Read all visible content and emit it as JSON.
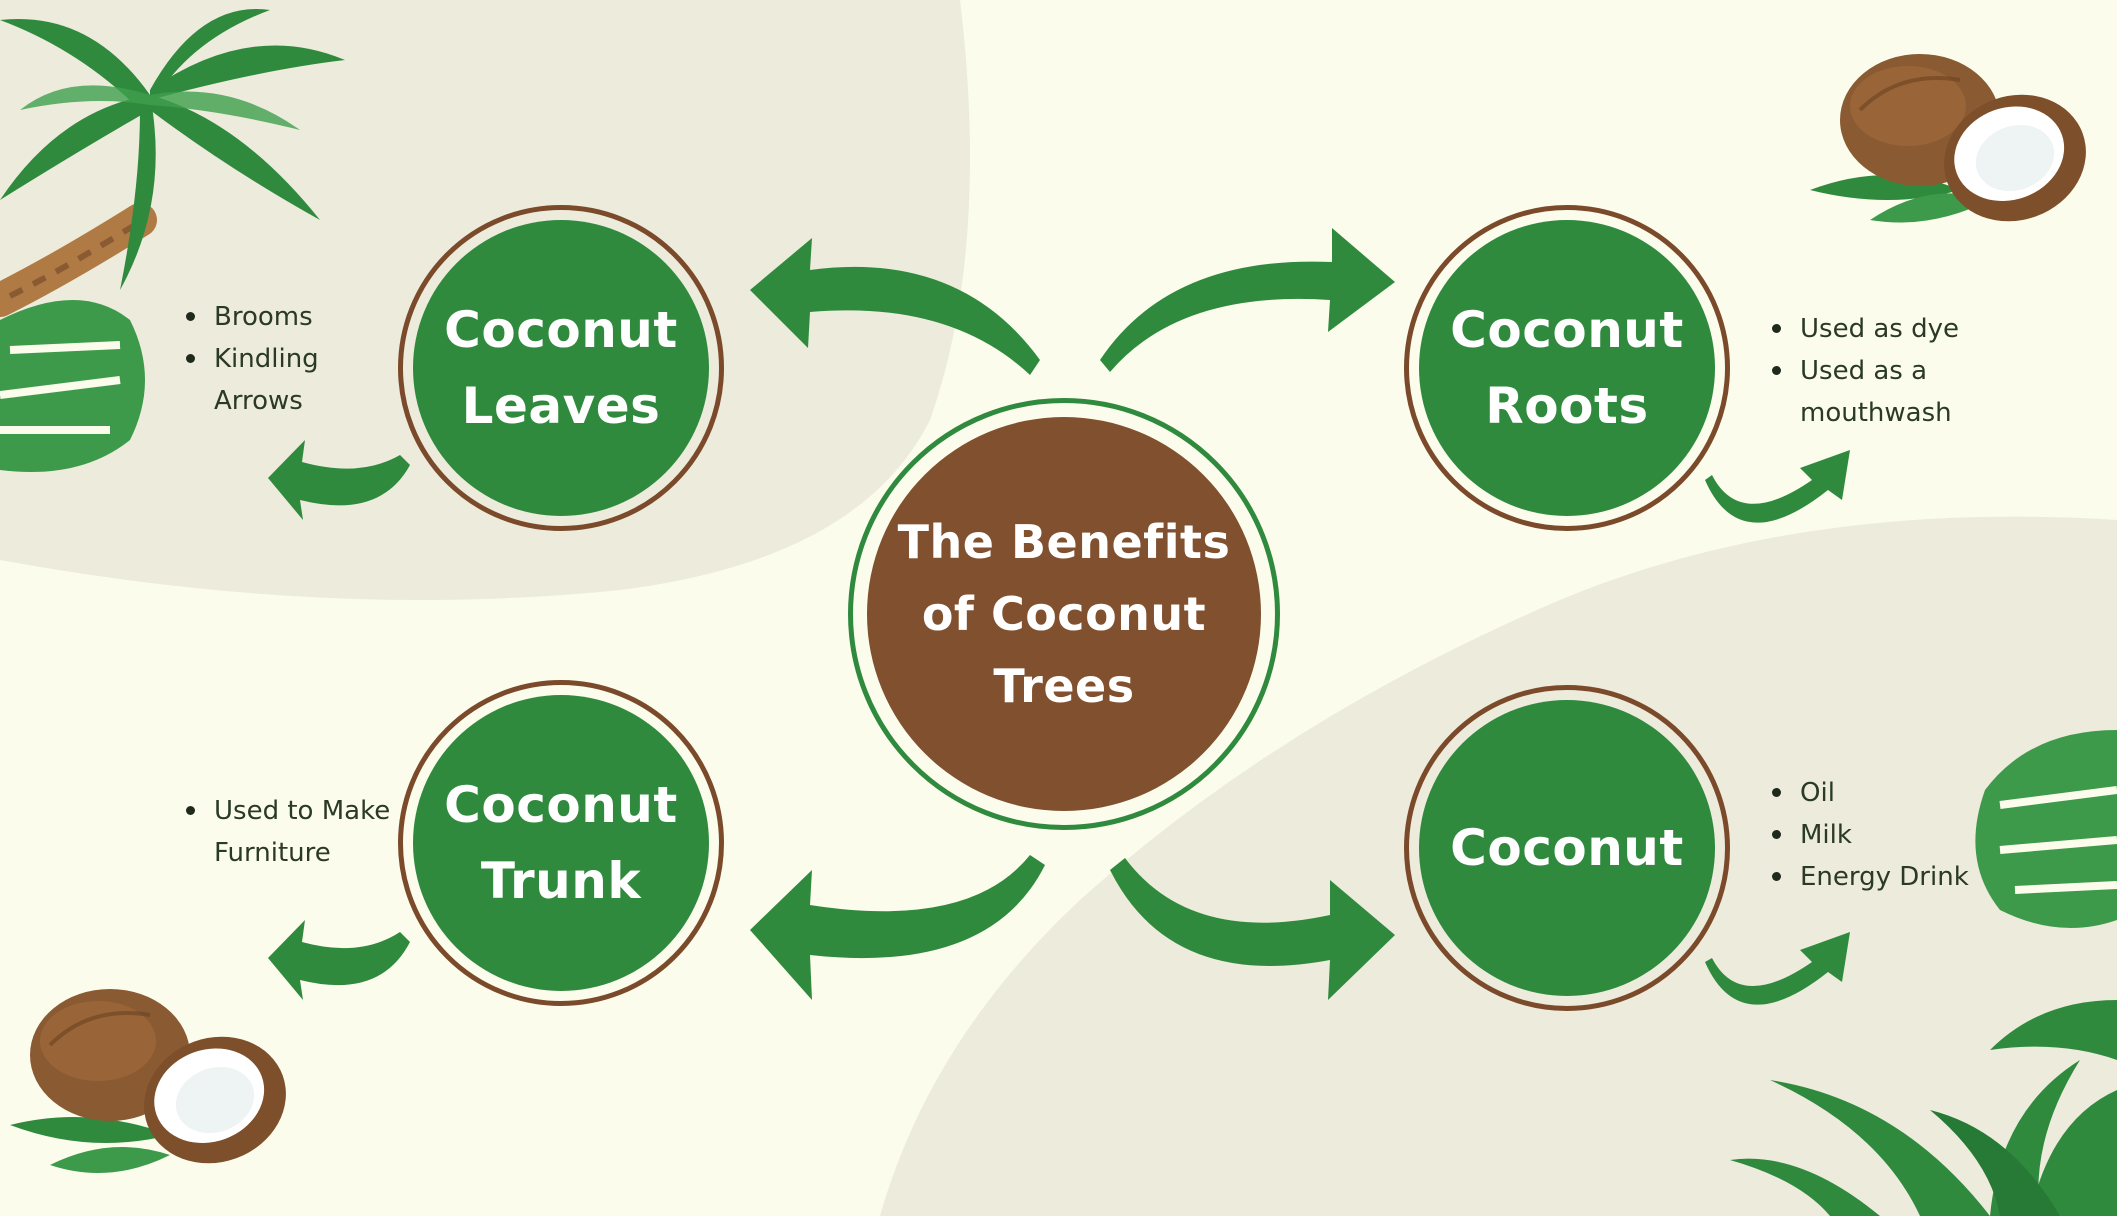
{
  "title": "The Benefits\nof Coconut\nTrees",
  "colors": {
    "background": "#fbfcec",
    "blob": "#ecebdc",
    "green": "#2f8a3e",
    "brown": "#80502f",
    "ring_brown": "#7a4a2b"
  },
  "nodes": {
    "leaves": {
      "label": "Coconut\nLeaves",
      "items": [
        "Brooms",
        "Kindling",
        "Arrows"
      ]
    },
    "roots": {
      "label": "Coconut\nRoots",
      "items": [
        "Used as dye",
        "Used as a mouthwash"
      ]
    },
    "trunk": {
      "label": "Coconut\nTrunk",
      "items": [
        "Used to Make Furniture"
      ]
    },
    "coconut": {
      "label": "Coconut",
      "items": [
        "Oil",
        "Milk",
        "Energy Drink"
      ]
    }
  },
  "icons": [
    "palm-tree-icon",
    "monstera-leaf-icon",
    "coconut-icon",
    "curved-arrow-icon"
  ]
}
